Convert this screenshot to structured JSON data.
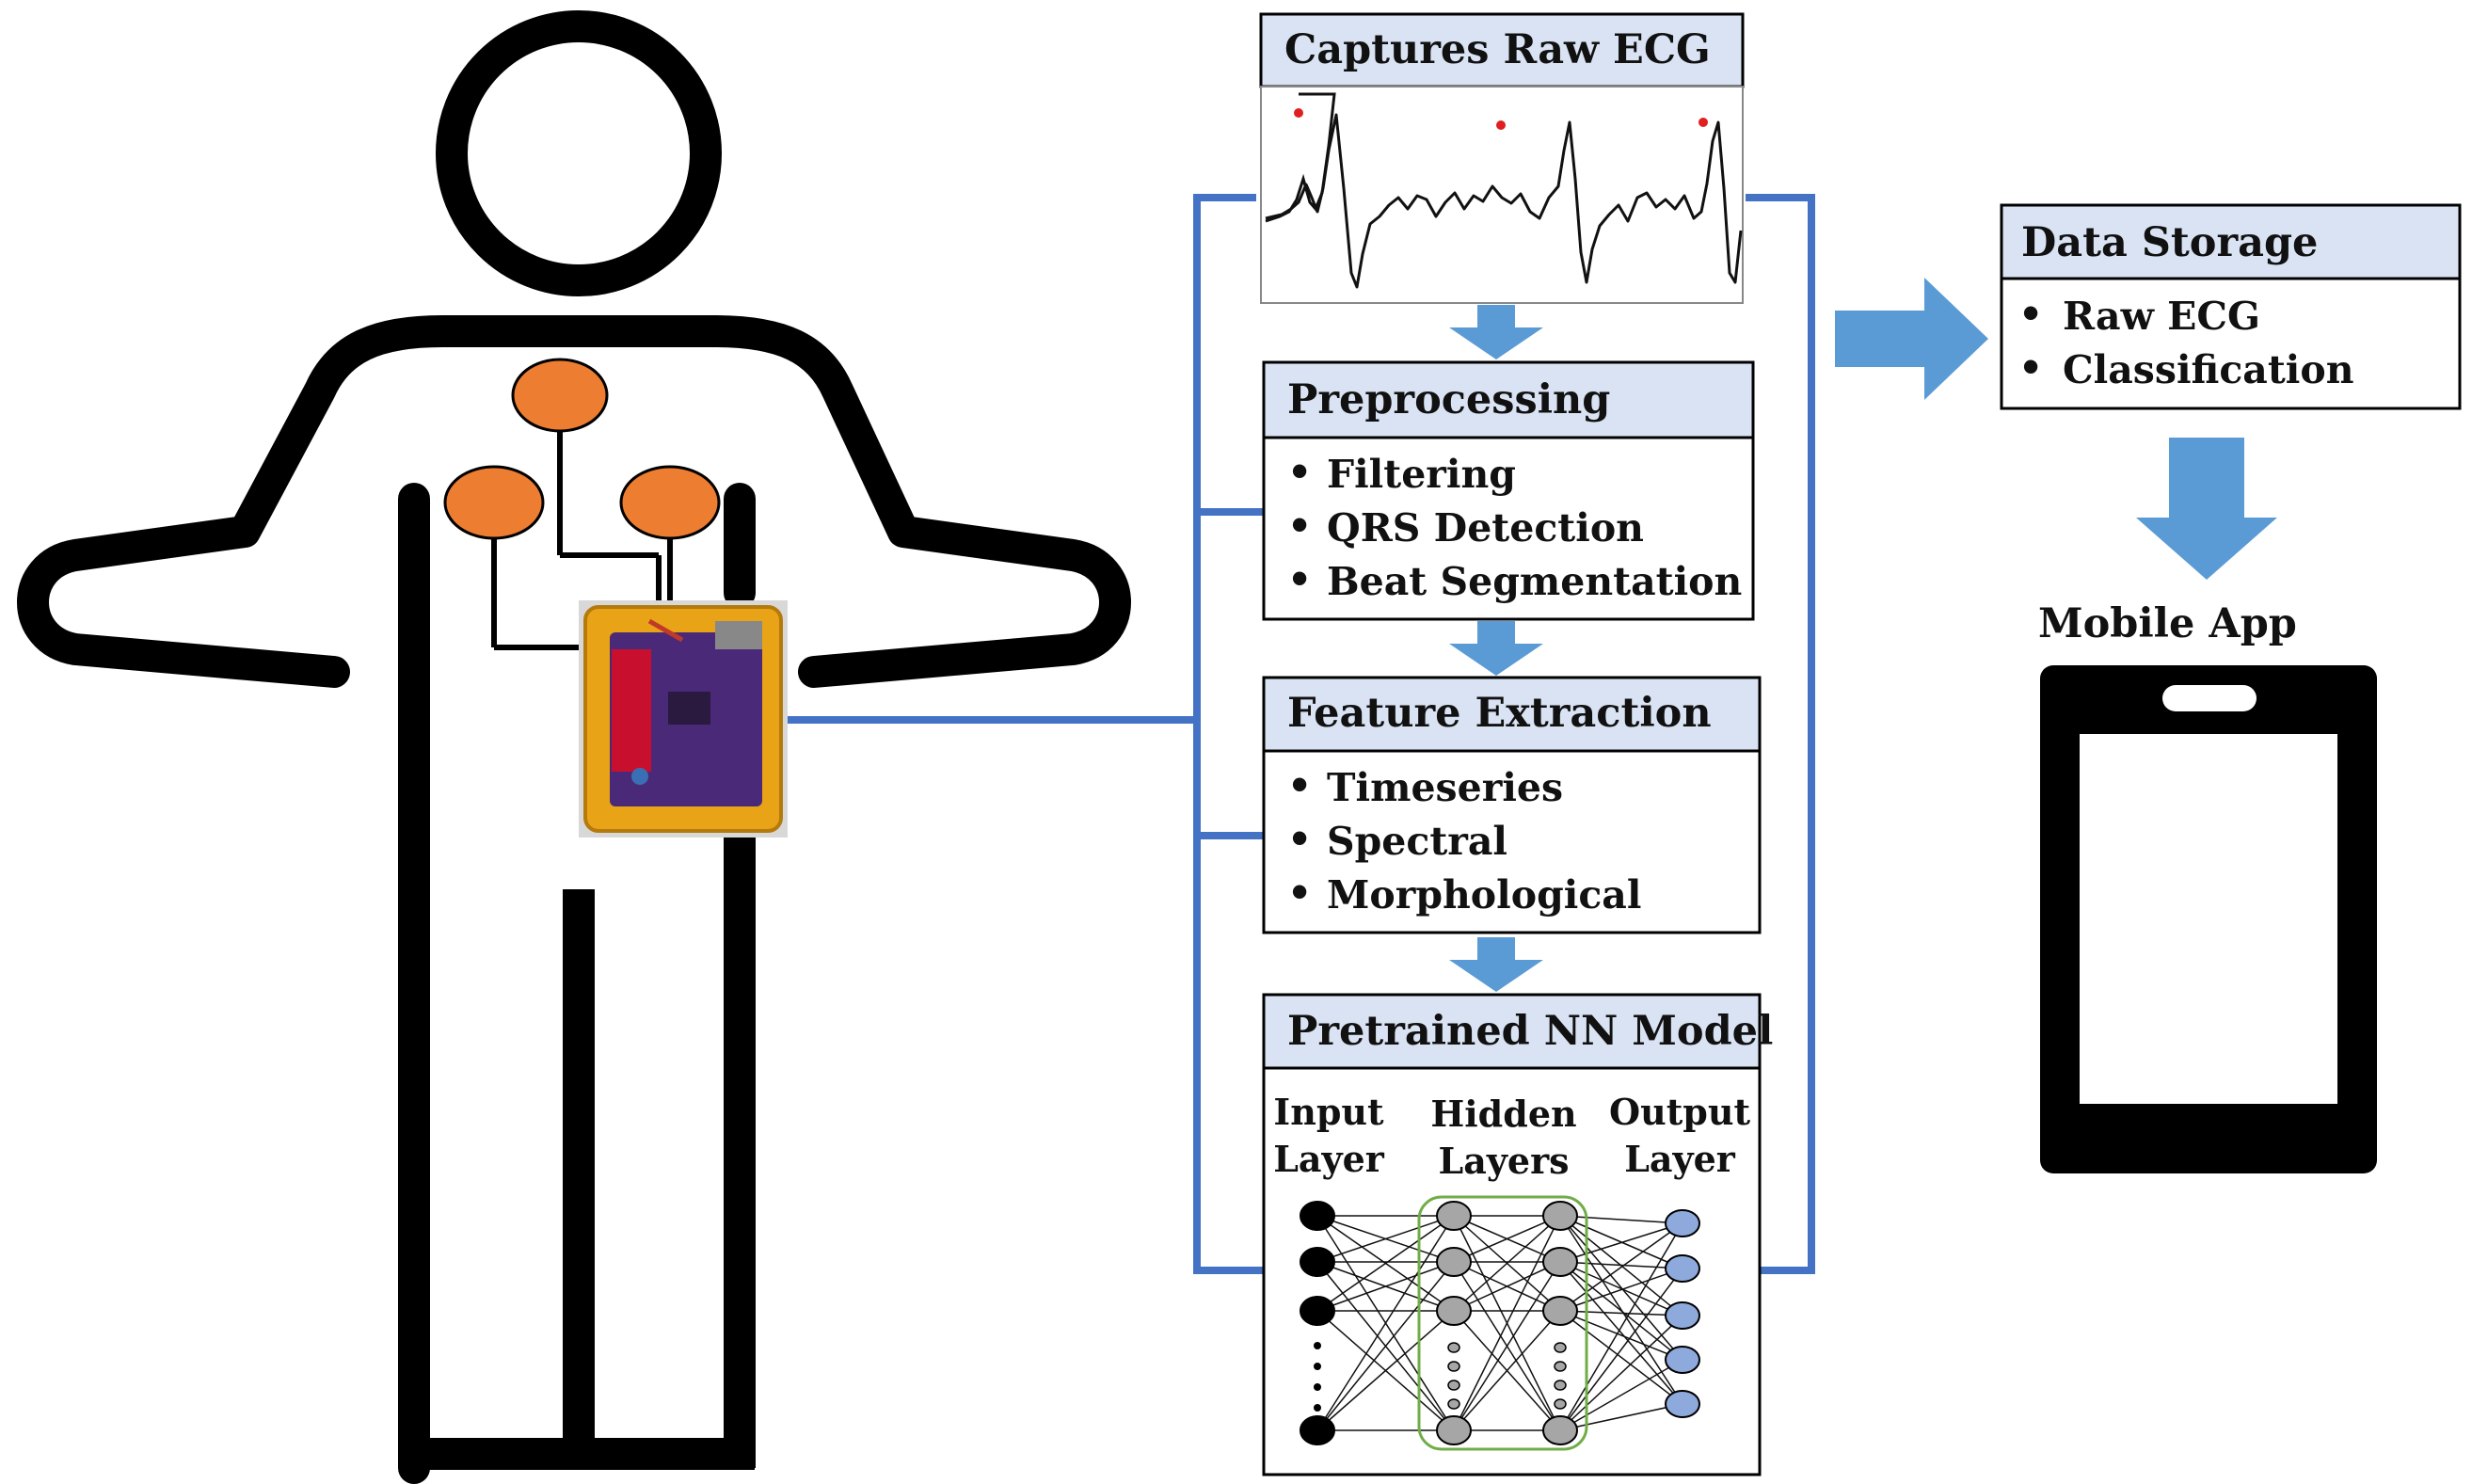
{
  "colors": {
    "connector": "#4472c4",
    "arrow": "#5b9bd5",
    "header_fill": "#dae3f3",
    "electrode": "#ed7d31",
    "body_outline": "#000000",
    "pcb": "#4a2a78",
    "case": "#e8a317",
    "ecg_peak": "#e02020",
    "nn_input": "#000000",
    "nn_hidden": "#a6a6a6",
    "nn_output": "#8ea9db",
    "nn_group": "#70ad47"
  },
  "ecg": {
    "title": "Captures Raw ECG"
  },
  "preprocessing": {
    "title": "Preprocessing",
    "items": [
      "Filtering",
      "QRS Detection",
      "Beat Segmentation"
    ]
  },
  "features": {
    "title": "Feature Extraction",
    "items": [
      "Timeseries",
      "Spectral",
      "Morphological"
    ]
  },
  "model": {
    "title": "Pretrained NN Model",
    "input_label": [
      "Input",
      "Layer"
    ],
    "hidden_label": [
      "Hidden",
      "Layers"
    ],
    "output_label": [
      "Output",
      "Layer"
    ]
  },
  "storage": {
    "title": "Data Storage",
    "items": [
      "Raw ECG",
      "Classification"
    ]
  },
  "mobile": {
    "label": "Mobile App"
  },
  "icons": {
    "person": "person-outline-icon",
    "device": "ecg-device-board-icon",
    "phone": "mobile-phone-icon"
  }
}
